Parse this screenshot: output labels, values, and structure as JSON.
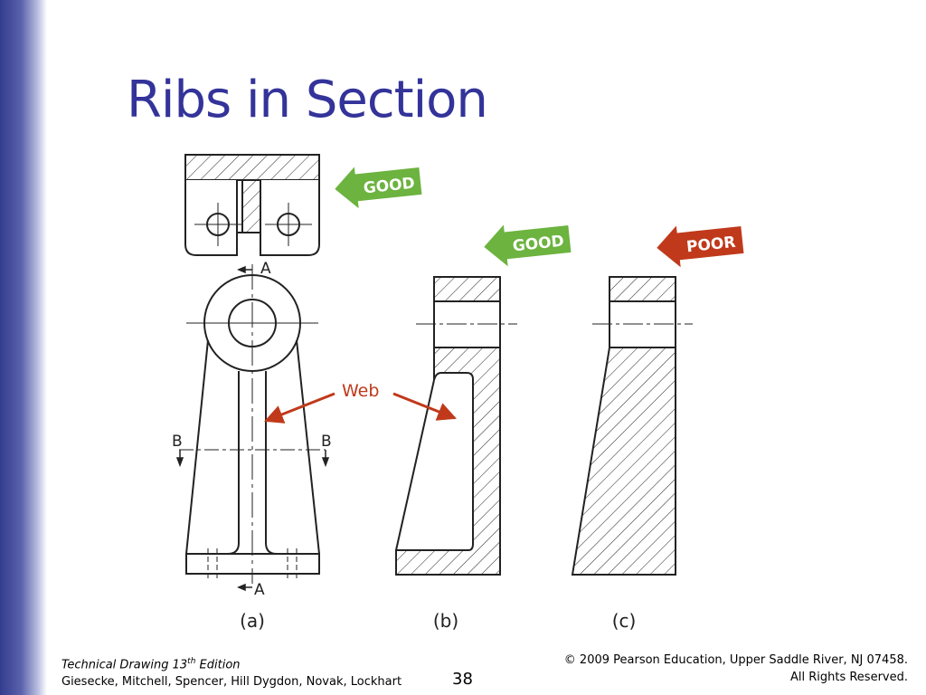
{
  "slide": {
    "title": "Ribs in Section",
    "page_number": "38"
  },
  "figure": {
    "badges": [
      {
        "text": "GOOD",
        "color": "#6cb33f"
      },
      {
        "text": "GOOD",
        "color": "#6cb33f"
      },
      {
        "text": "POOR",
        "color": "#c0391b"
      }
    ],
    "web_label": "Web",
    "section_labels": {
      "a_top": "A",
      "a_bottom": "A",
      "b_left": "B",
      "b_right": "B"
    },
    "captions": [
      "(a)",
      "(b)",
      "(c)"
    ],
    "annotation_color": "#c0391b"
  },
  "footer": {
    "book_title": "Technical Drawing  13",
    "edition_sup": "th",
    "edition_word": " Edition",
    "authors": "Giesecke, Mitchell, Spencer, Hill Dygdon, Novak, Lockhart",
    "copyright": "© 2009 Pearson Education, Upper Saddle River, NJ 07458.",
    "rights": "All Rights Reserved."
  }
}
